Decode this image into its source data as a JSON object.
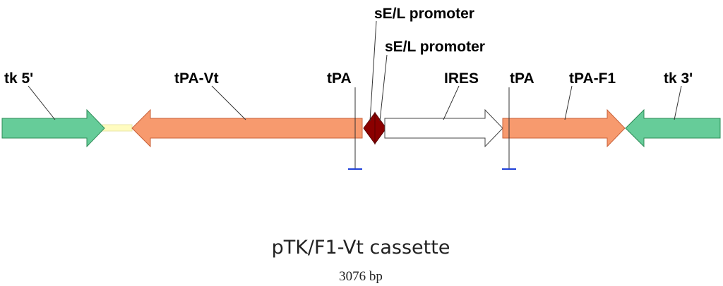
{
  "colors": {
    "homology_arm": "#66cc99",
    "tpa_insert": "#f79a6e",
    "promoter": "#8b0000",
    "ires": "#ffffff",
    "spacer": "#fffcc0",
    "terminator_line": "#1e3fd8"
  },
  "features": [
    {
      "id": "tk5",
      "label": "tk 5'"
    },
    {
      "id": "tpa_vt",
      "label": "tPA-Vt"
    },
    {
      "id": "tpa_left",
      "label": "tPA"
    },
    {
      "id": "sel_promoter_1",
      "label": "sE/L promoter"
    },
    {
      "id": "sel_promoter_2",
      "label": "sE/L promoter"
    },
    {
      "id": "ires",
      "label": "IRES"
    },
    {
      "id": "tpa_right",
      "label": "tPA"
    },
    {
      "id": "tpa_f1",
      "label": "tPA-F1"
    },
    {
      "id": "tk3",
      "label": "tk 3'"
    }
  ],
  "map": {
    "title": "pTK/F1-Vt cassette",
    "length_label": "3076 bp"
  }
}
